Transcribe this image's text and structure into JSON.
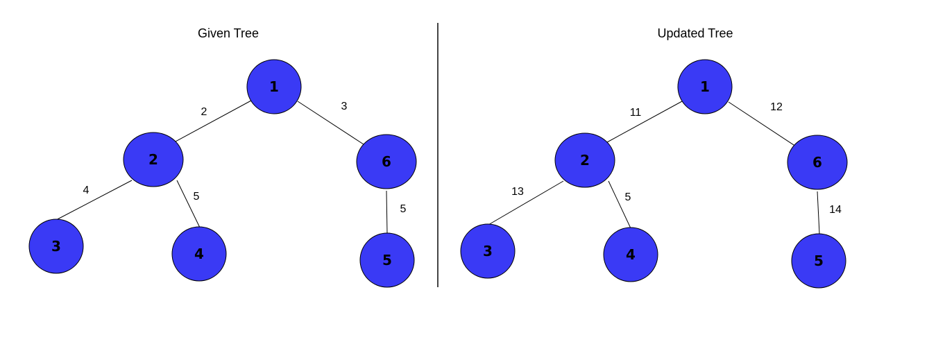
{
  "colors": {
    "node_fill": "#3a3af5",
    "stroke": "#000000",
    "divider": "#444444",
    "background": "#ffffff"
  },
  "left_tree": {
    "title": "Given Tree",
    "nodes": [
      "1",
      "2",
      "6",
      "3",
      "4",
      "5"
    ],
    "edges": [
      {
        "from": "1",
        "to": "2",
        "weight": "2"
      },
      {
        "from": "1",
        "to": "6",
        "weight": "3"
      },
      {
        "from": "2",
        "to": "3",
        "weight": "4"
      },
      {
        "from": "2",
        "to": "4",
        "weight": "5"
      },
      {
        "from": "6",
        "to": "5",
        "weight": "5"
      }
    ]
  },
  "right_tree": {
    "title": "Updated Tree",
    "nodes": [
      "1",
      "2",
      "6",
      "3",
      "4",
      "5"
    ],
    "edges": [
      {
        "from": "1",
        "to": "2",
        "weight": "11"
      },
      {
        "from": "1",
        "to": "6",
        "weight": "12"
      },
      {
        "from": "2",
        "to": "3",
        "weight": "13"
      },
      {
        "from": "2",
        "to": "4",
        "weight": "5"
      },
      {
        "from": "6",
        "to": "5",
        "weight": "14"
      }
    ]
  }
}
